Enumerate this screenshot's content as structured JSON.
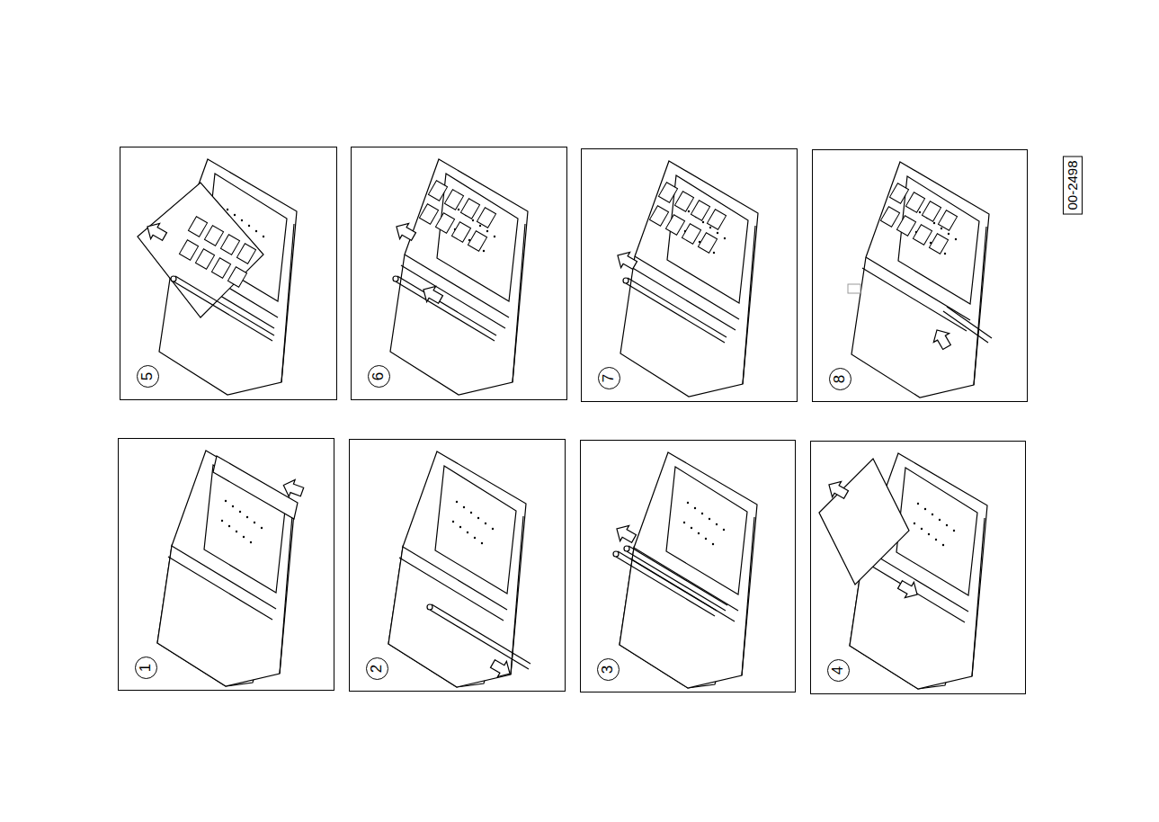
{
  "diagram": {
    "nodes": [
      {
        "text": [
          "1"
        ]
      },
      {
        "text": [
          "2"
        ]
      },
      {
        "text": [
          "3"
        ]
      },
      {
        "text": [
          "4"
        ]
      },
      {
        "text": [
          "5"
        ]
      },
      {
        "text": [
          "6"
        ]
      },
      {
        "text": [
          "7"
        ]
      },
      {
        "text": [
          "8"
        ]
      }
    ],
    "labels": [
      "00-2498"
    ]
  }
}
